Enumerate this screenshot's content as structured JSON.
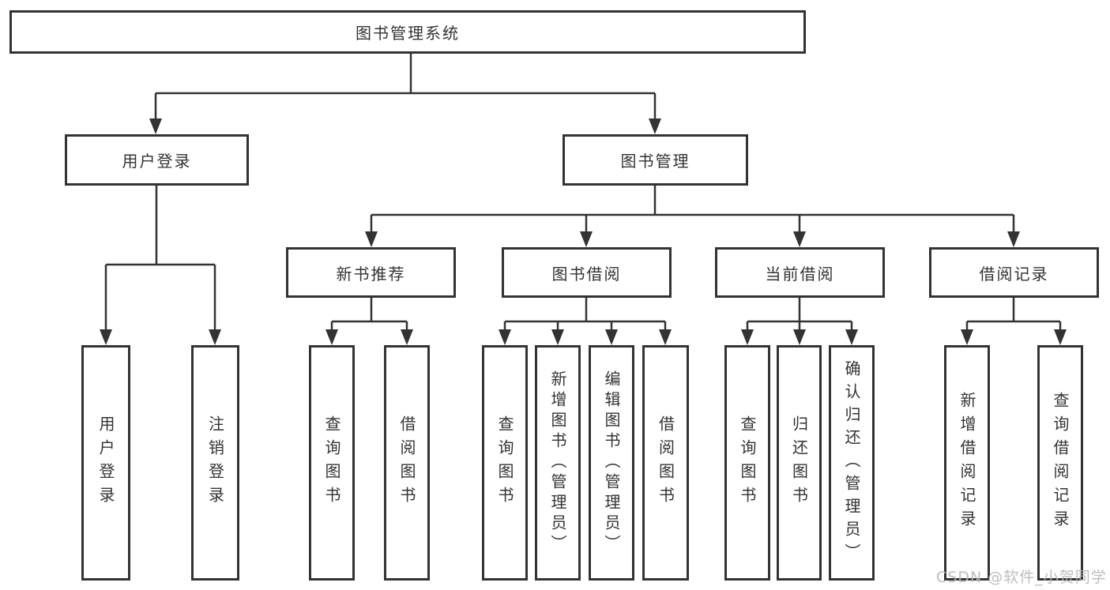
{
  "colors": {
    "line": "#333333",
    "box_border": "#333333",
    "text": "#333333",
    "watermark": "#b9b9b9",
    "background": "#ffffff"
  },
  "diagram": {
    "root": {
      "label": "图书管理系统"
    },
    "level2": [
      {
        "label": "用户登录"
      },
      {
        "label": "图书管理"
      }
    ],
    "level3": [
      {
        "label": "新书推荐"
      },
      {
        "label": "图书借阅"
      },
      {
        "label": "当前借阅"
      },
      {
        "label": "借阅记录"
      }
    ],
    "leaves": {
      "login": [
        {
          "label": "用户登录"
        },
        {
          "label": "注销登录"
        }
      ],
      "recommend": [
        {
          "label": "查询图书"
        },
        {
          "label": "借阅图书"
        }
      ],
      "borrow": [
        {
          "label": "查询图书"
        },
        {
          "label": "新增图书（管理员）"
        },
        {
          "label": "编辑图书（管理员）"
        },
        {
          "label": "借阅图书"
        }
      ],
      "current": [
        {
          "label": "查询图书"
        },
        {
          "label": "归还图书"
        },
        {
          "label": "确认归还（管理员）"
        }
      ],
      "records": [
        {
          "label": "新增借阅记录"
        },
        {
          "label": "查询借阅记录"
        }
      ]
    }
  },
  "watermark": {
    "text": "CSDN @软件_小贺同学"
  }
}
